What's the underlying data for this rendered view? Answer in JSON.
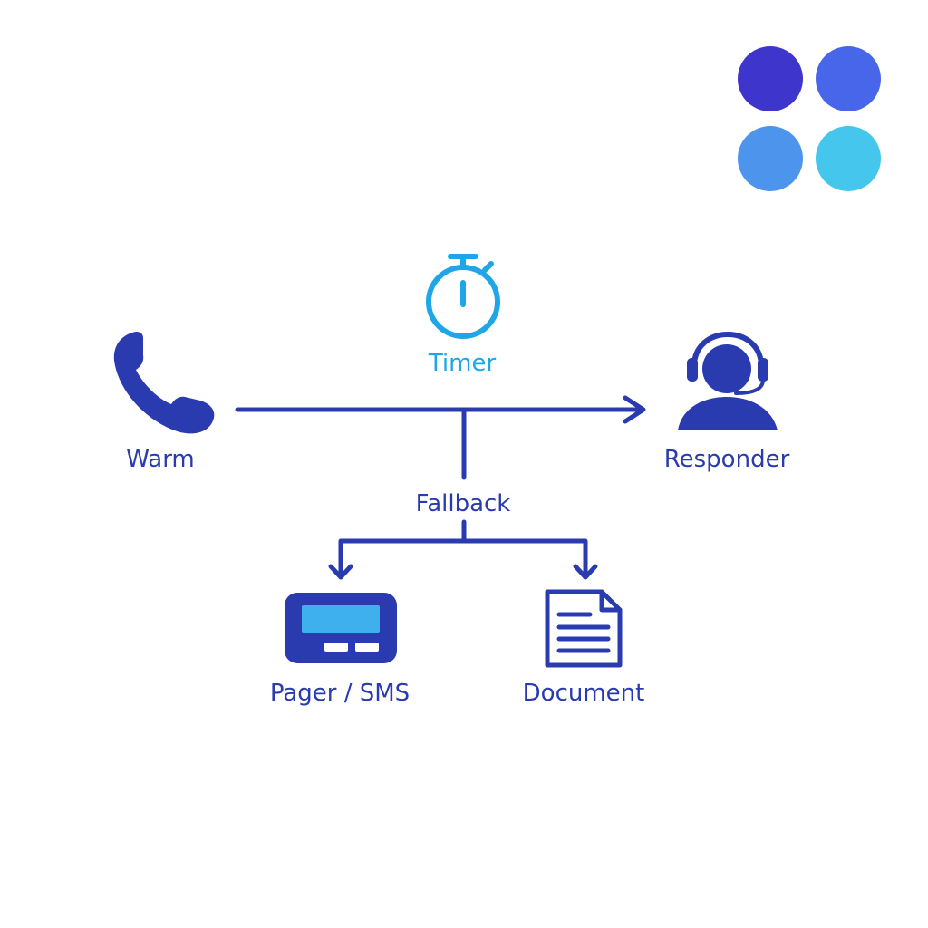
{
  "colors": {
    "primary": "#2a3bb0",
    "accent": "#1fa6e6",
    "screen": "#3fb0ee",
    "logo": [
      "#3e35cc",
      "#4766ea",
      "#4d95ec",
      "#45c6ec"
    ]
  },
  "icons": {
    "logo": "four-dots-logo",
    "timer": "stopwatch-icon",
    "warm": "phone-icon",
    "responder": "headset-person-icon",
    "pager": "pager-icon",
    "document": "document-icon"
  },
  "nodes": {
    "timer": {
      "label": "Timer"
    },
    "warm": {
      "label": "Warm"
    },
    "responder": {
      "label": "Responder"
    },
    "fallback": {
      "label": "Fallback"
    },
    "pager": {
      "label": "Pager / SMS"
    },
    "document": {
      "label": "Document"
    }
  }
}
